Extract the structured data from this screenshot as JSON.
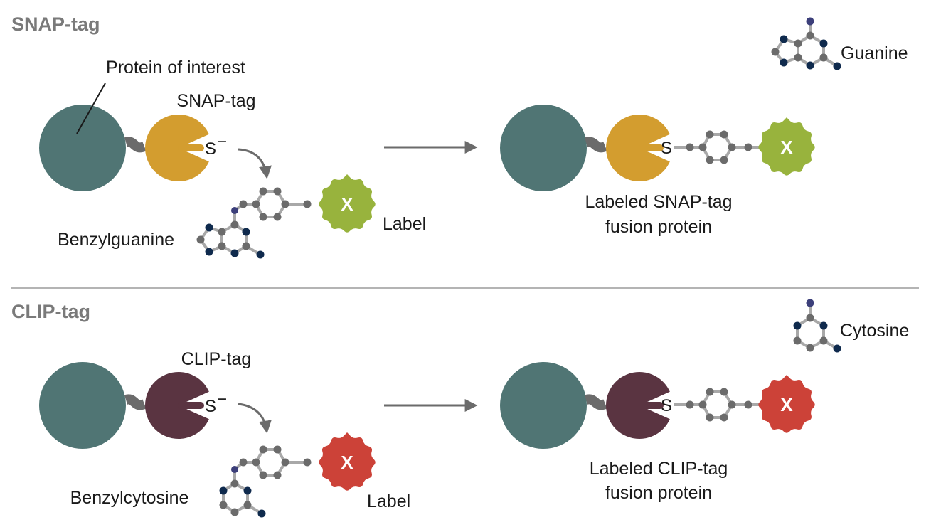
{
  "sections": {
    "snap": {
      "header": "SNAP-tag",
      "protein_label": "Protein of interest",
      "tag_label": "SNAP-tag",
      "thiolate": "S",
      "thiolate_sup": "−",
      "substrate_label": "Benzylguanine",
      "label_text": "Label",
      "label_symbol": "X",
      "product_thio": "S",
      "product_label_line1": "Labeled SNAP-tag",
      "product_label_line2": "fusion protein",
      "ref_molecule": "Guanine"
    },
    "clip": {
      "header": "CLIP-tag",
      "tag_label": "CLIP-tag",
      "thiolate": "S",
      "thiolate_sup": "−",
      "substrate_label": "Benzylcytosine",
      "label_text": "Label",
      "label_symbol": "X",
      "product_thio": "S",
      "product_label_line1": "Labeled CLIP-tag",
      "product_label_line2": "fusion protein",
      "ref_molecule": "Cytosine"
    }
  },
  "colors": {
    "protein": "#507574",
    "snap_tag": "#d39d2f",
    "clip_tag": "#5a3441",
    "snap_label": "#98b33d",
    "clip_label": "#cc4238",
    "arrow": "#6b6b6b",
    "divider": "#b4b4b4",
    "header": "#7a7a7a"
  }
}
